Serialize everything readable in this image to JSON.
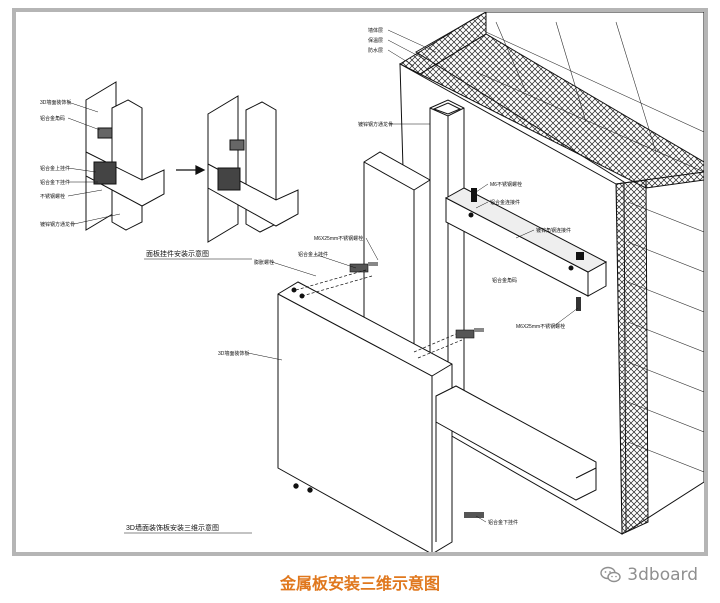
{
  "labels": {
    "top_a": "墙体层",
    "top_b": "保温层",
    "top_c": "防水层",
    "upper_left_1": "3D墙面装饰板",
    "upper_left_2": "铝合金角码",
    "upper_left_3": "铝合金上挂件",
    "upper_left_4": "铝合金下挂件",
    "upper_left_5": "不锈钢螺栓",
    "upper_left_6": "镀锌钢方通龙骨",
    "main_keel": "镀锌钢方通龙骨",
    "bolt_a": "M6不锈钢螺栓",
    "bolt_b": "铝合金连接件",
    "angle_steel": "镀锌角钢连接件",
    "corner": "铝合金角码",
    "screw_upper": "M6X25mm不锈钢螺栓",
    "screw_lower": "M6X25mm不锈钢螺栓",
    "hook_upper": "铝合金上挂件",
    "anchor": "膨胀螺栓",
    "panel": "3D墙面装饰板",
    "hook_lower": "铝合金下挂件"
  },
  "subtitle_top": "面板挂件安装示意图",
  "subtitle_bottom": "3D墙面装饰板安装三维示意图",
  "caption": "金属板安装三维示意图",
  "watermark": "3dboard",
  "colors": {
    "caption": "#e0781e",
    "frame": "#b5b5b5",
    "watermark": "#8f8f8f"
  }
}
